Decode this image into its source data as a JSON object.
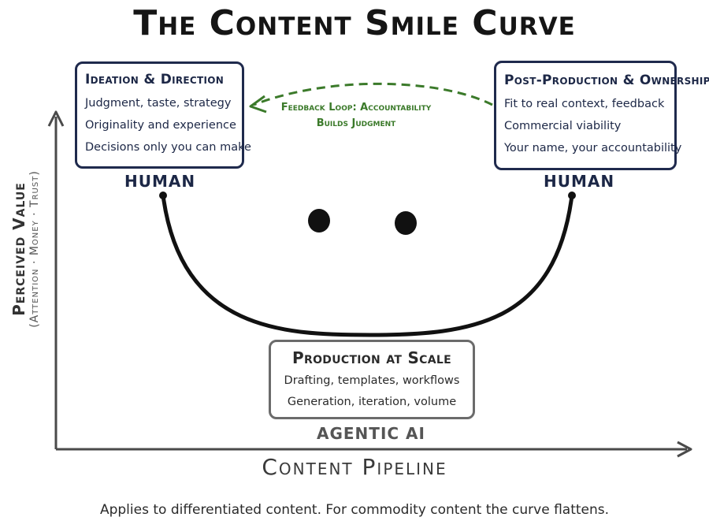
{
  "title": "The Content Smile Curve",
  "y_axis": {
    "label": "Perceived Value",
    "sublabel": "(Attention · Money · Trust)"
  },
  "x_axis": {
    "label": "Content Pipeline"
  },
  "left_box": {
    "heading": "Ideation & Direction",
    "lines": [
      "Judgment, taste, strategy",
      "Originality and experience",
      "Decisions only you can make"
    ],
    "role": "HUMAN"
  },
  "right_box": {
    "heading": "Post-Production & Ownership",
    "lines": [
      "Fit to real context, feedback",
      "Commercial viability",
      "Your name, your accountability"
    ],
    "role": "HUMAN"
  },
  "bottom_box": {
    "heading": "Production at Scale",
    "lines": [
      "Drafting, templates, workflows",
      "Generation, iteration, volume"
    ],
    "role": "AGENTIC AI"
  },
  "feedback_loop": {
    "line1": "Feedback Loop: Accountability",
    "line2": "Builds Judgment"
  },
  "footnote": "Applies to differentiated content. For commodity content the curve flattens.",
  "colors": {
    "box_border": "#1f2a4d",
    "text_navy": "#1c2746",
    "feedback_green": "#3b7a2a",
    "bottom_border": "#6b6b6b"
  }
}
